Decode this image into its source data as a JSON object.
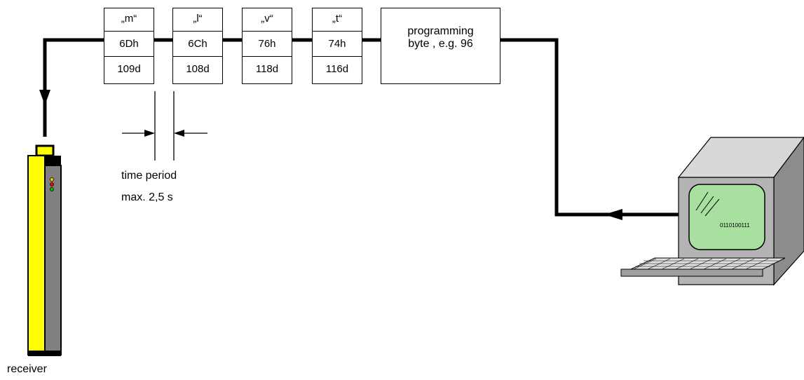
{
  "bytes": [
    {
      "char": "„m“",
      "hex": "6Dh",
      "dec": "109d"
    },
    {
      "char": "„l“",
      "hex": "6Ch",
      "dec": "108d"
    },
    {
      "char": "„v“",
      "hex": "76h",
      "dec": "118d"
    },
    {
      "char": "„t“",
      "hex": "74h",
      "dec": "116d"
    }
  ],
  "programming_byte": {
    "line1": "programming",
    "line2": "byte , e.g. 96"
  },
  "time_period": {
    "line1": "time period",
    "line2": "max. 2,5 s"
  },
  "receiver_label": "receiver",
  "screen_text": "0110100111",
  "colors": {
    "receiver_body": "#ffff00",
    "receiver_side": "#808080",
    "screen": "#a8e0a0",
    "monitor": "#b4b4b4"
  }
}
